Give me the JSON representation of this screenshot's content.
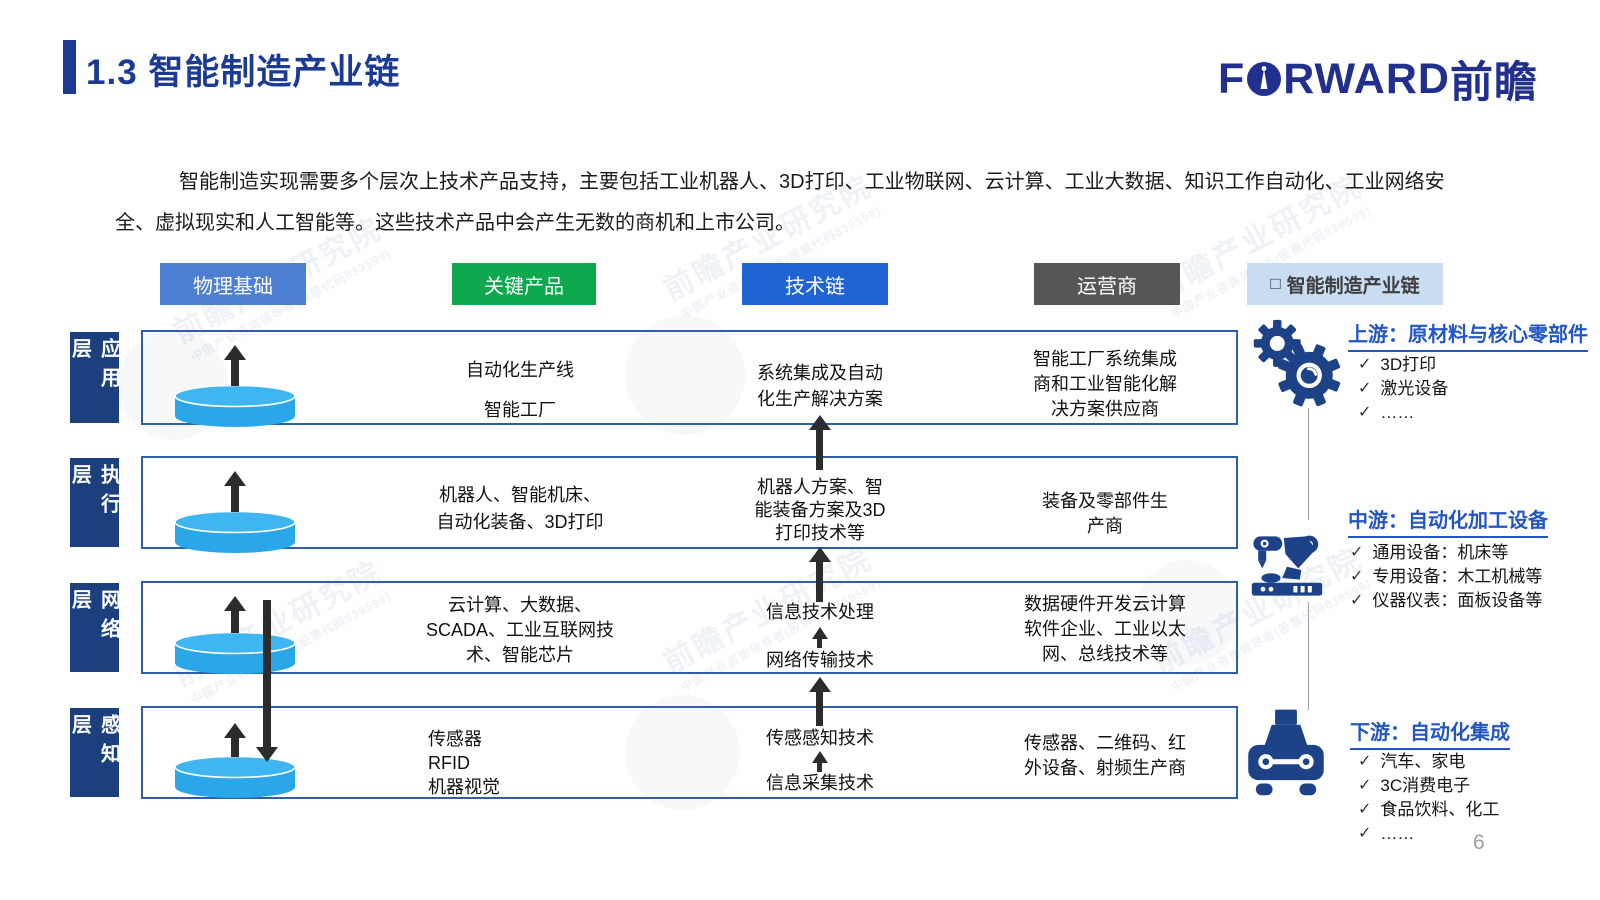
{
  "glyphs": {
    "check": "✓",
    "square": "□"
  },
  "page": {
    "title": "1.3  智能制造产业链",
    "number": "6"
  },
  "logo": {
    "f": "F",
    "rest": "RWARD",
    "cn": "前瞻"
  },
  "intro": "智能制造实现需要多个层次上技术产品支持，主要包括工业机器人、3D打印、工业物联网、云计算、工业大数据、知识工作自动化、工业网络安全、虚拟现实和人工智能等。这些技术产品中会产生无数的商机和上市公司。",
  "headers": {
    "physical": "物理基础",
    "key_products": "关键产品",
    "tech_chain": "技术链",
    "operators": "运营商",
    "legend": "智能制造产业链"
  },
  "colors": {
    "physical_header": "#4c7fd2",
    "key_products_header": "#0ea84e",
    "tech_chain_header": "#1f64d2",
    "operators_header": "#565656",
    "legend_bg": "#c8dcf2",
    "layer_label_bg": "#1c3f7e",
    "box_border": "#2e5ea6",
    "disk_blue": "#29a7e9",
    "accent_navy": "#1e4287",
    "title_blue": "#1a3a94",
    "chain_title_blue": "#2356c3"
  },
  "layers": [
    {
      "label": "应用层",
      "products": "自动化生产线\n智能工厂",
      "tech": "系统集成及自动\n化生产解决方案",
      "operators": "智能工厂系统集成\n商和工业智能化解\n决方案供应商"
    },
    {
      "label": "执行层",
      "products": "机器人、智能机床、\n自动化装备、3D打印",
      "tech": "机器人方案、智\n能装备方案及3D\n打印技术等",
      "operators": "装备及零部件生\n产商"
    },
    {
      "label": "网络层",
      "products": "云计算、大数据、\nSCADA、工业互联网技\n术、智能芯片",
      "tech_upper": "信息技术处理",
      "tech_lower": "网络传输技术",
      "operators": "数据硬件开发云计算\n软件企业、工业以太\n网、总线技术等"
    },
    {
      "label": "感知层",
      "products": "传感器\nRFID\n机器视觉",
      "tech_upper": "传感感知技术",
      "tech_lower": "信息采集技术",
      "operators": "传感器、二维码、红\n外设备、射频生产商"
    }
  ],
  "chain": [
    {
      "title": "上游：原材料与核心零部件",
      "items": [
        "3D打印",
        "激光设备",
        "……"
      ]
    },
    {
      "title": "中游：自动化加工设备",
      "items": [
        "通用设备：机床等",
        "专用设备：木工机械等",
        "仪器仪表：面板设备等"
      ]
    },
    {
      "title": "下游：自动化集成",
      "items": [
        "汽车、家电",
        "3C消费电子",
        "食品饮料、化工",
        "……"
      ]
    }
  ],
  "watermark": {
    "line1": "前瞻产业研究院",
    "line2": "中国产业咨询领导者(股票代码839599)"
  }
}
